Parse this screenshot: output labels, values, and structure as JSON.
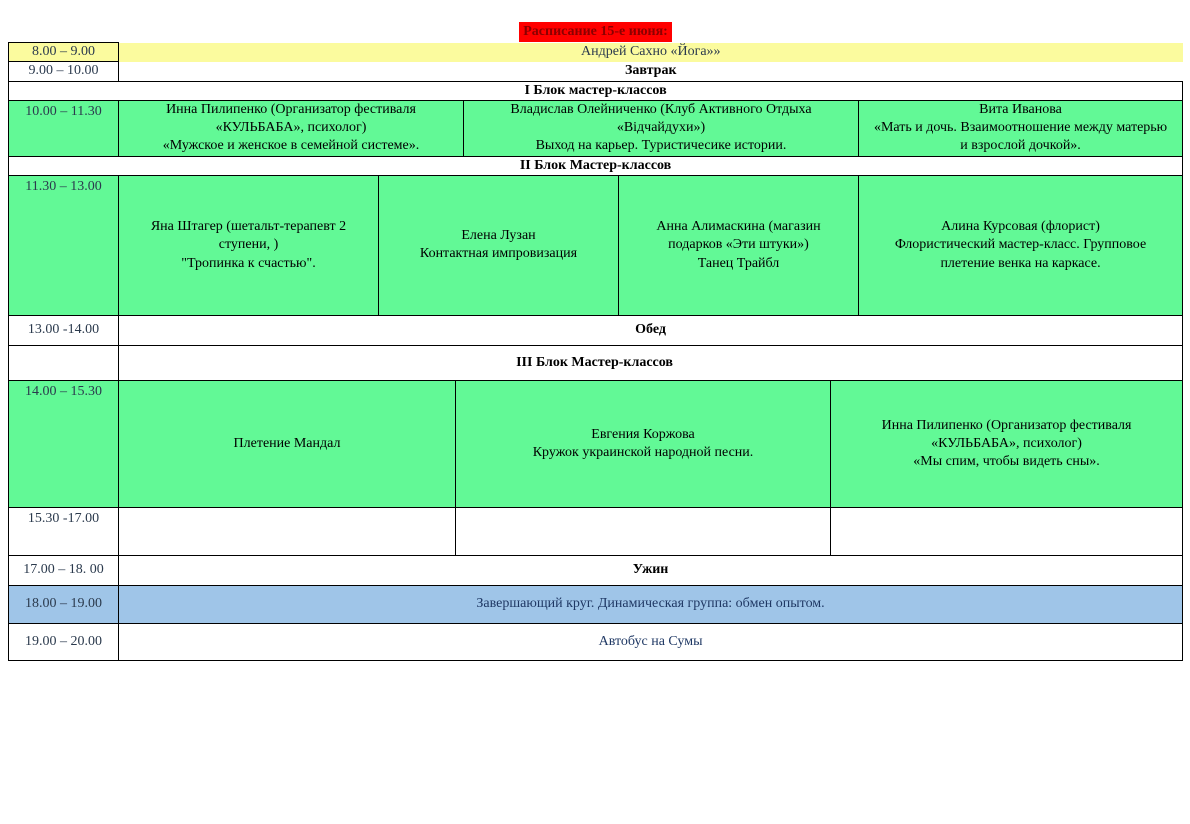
{
  "header": {
    "title": "Расписание 15-е июня:"
  },
  "colors": {
    "green": "#62F996",
    "yellow": "#FBFB9E",
    "blue": "#9FC5E8",
    "title_bg": "#FF0000",
    "title_text": "#8B0000",
    "navy": "#1F3864",
    "time_text": "#2B3A4D"
  },
  "schedule": {
    "yoga": {
      "time": "8.00 – 9.00",
      "text": "Андрей Сахно «Йога»»"
    },
    "breakfast": {
      "time": "9.00 – 10.00",
      "text": "Завтрак"
    },
    "block1": {
      "title": "I Блок мастер-классов",
      "time": "10.00 – 11.30",
      "cells": [
        {
          "lines": [
            "Инна Пилипенко (Организатор фестиваля",
            "«КУЛЬБАБА», психолог)",
            "«Мужское и женское в семейной системе»."
          ]
        },
        {
          "lines": [
            "Владислав Олейниченко (Клуб Активного Отдыха",
            "«Відчайдухи»)",
            "Выход на карьер. Туристичесике истории."
          ]
        },
        {
          "lines": [
            "Вита Иванова",
            "«Мать и дочь. Взаимоотношение между матерью",
            "и взрослой дочкой»."
          ]
        }
      ]
    },
    "block2": {
      "title": "II Блок Мастер-классов",
      "time": "11.30 – 13.00",
      "cells": [
        {
          "lines": [
            "Яна Штагер (шетальт-терапевт 2",
            "ступени, )",
            "\"Тропинка к счастью\"."
          ]
        },
        {
          "lines": [
            "Елена Лузан",
            "Контактная импровизация"
          ]
        },
        {
          "lines": [
            "Анна Алимаскина (магазин",
            "подарков «Эти штуки»)",
            "Танец Трайбл"
          ]
        },
        {
          "lines": [
            "Алина Курсовая (флорист)",
            "Флористический мастер-класс. Групповое",
            "плетение венка на каркасе."
          ]
        }
      ]
    },
    "lunch": {
      "time": "13.00 -14.00",
      "text": "Обед"
    },
    "block3": {
      "title": "III Блок Мастер-классов",
      "time": "14.00 – 15.30",
      "cells": [
        {
          "lines": [
            "Плетение Мандал"
          ]
        },
        {
          "lines": [
            "Евгения Коржова",
            "Кружок украинской народной песни."
          ]
        },
        {
          "lines": [
            "Инна Пилипенко (Организатор фестиваля",
            "«КУЛЬБАБА», психолог)",
            "«Мы спим, чтобы видеть сны»."
          ]
        }
      ]
    },
    "free_slot": {
      "time": "15.30 -17.00"
    },
    "dinner": {
      "time": "17.00 – 18. 00",
      "text": "Ужин"
    },
    "closing": {
      "time": "18.00 – 19.00",
      "text": "Завершающий круг. Динамическая группа: обмен опытом."
    },
    "bus": {
      "time": "19.00 – 20.00",
      "text": "Автобус на Сумы"
    }
  }
}
